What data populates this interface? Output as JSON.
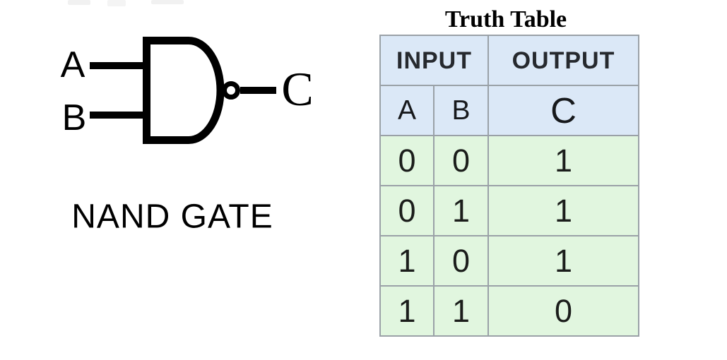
{
  "gate": {
    "input_a_label": "A",
    "input_b_label": "B",
    "output_label": "C",
    "caption": "NAND GATE"
  },
  "truth_table": {
    "title": "Truth Table",
    "input_header": "INPUT",
    "output_header": "OUTPUT",
    "columns": {
      "a": "A",
      "b": "B",
      "c": "C"
    },
    "rows": [
      [
        "0",
        "0",
        "1"
      ],
      [
        "0",
        "1",
        "1"
      ],
      [
        "1",
        "0",
        "1"
      ],
      [
        "1",
        "1",
        "0"
      ]
    ]
  },
  "colors": {
    "page_bg": "#ffffff",
    "table_header_bg": "#dbe8f7",
    "table_row_bg": "#e1f6df",
    "table_border": "#9aa1a7",
    "ink": "#000000"
  }
}
